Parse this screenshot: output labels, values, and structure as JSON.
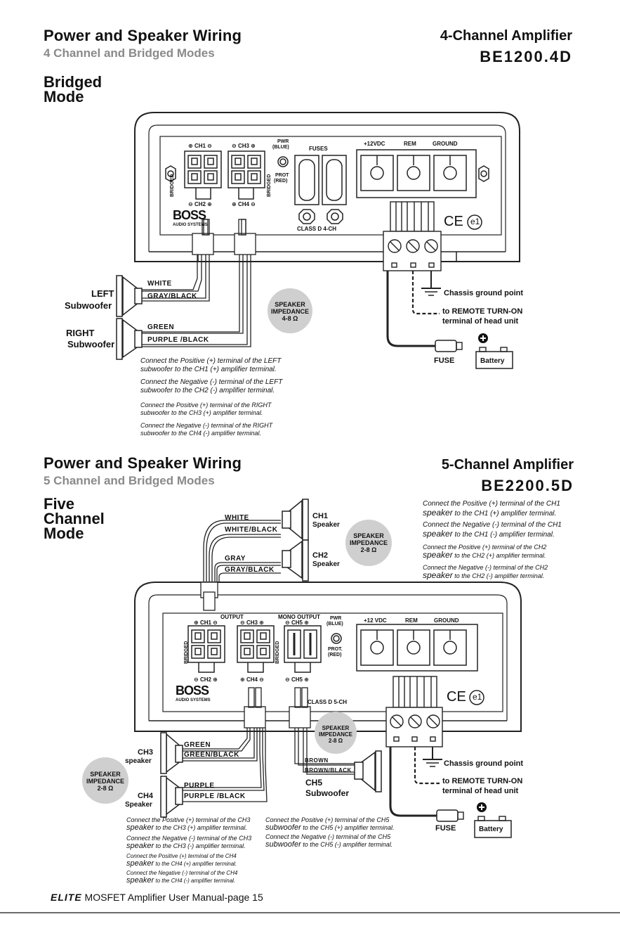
{
  "top": {
    "title": "Power and Speaker Wiring",
    "subtitle": "4 Channel and Bridged Modes",
    "right_title": "4-Channel Amplifier",
    "model": "BE1200.4D",
    "mode": "Bridged Mode"
  },
  "top_amp": {
    "ch1": "CH1",
    "ch2": "CH2",
    "ch3": "CH3",
    "ch4": "CH4",
    "bridged": "BRIDGED",
    "pwr": "PWR",
    "blue": "(BLUE)",
    "prot": "PROT",
    "red": "(RED)",
    "fuses": "FUSES",
    "v12": "+12VDC",
    "rem": "REM",
    "ground": "GROUND",
    "class_d": "CLASS D 4-CH",
    "brand": "BOSS",
    "brand_sub": "AUDIO SYSTEMS",
    "ce": "CE",
    "e1": "e1"
  },
  "top_wiring": {
    "left_sub": "LEFT",
    "left_sub2": "Subwoofer",
    "right_sub": "RIGHT",
    "right_sub2": "Subwoofer",
    "white": "WHITE",
    "gray_black": "GRAY/BLACK",
    "green": "GREEN",
    "purple_black": "PURPLE /BLACK",
    "imp1": "SPEAKER",
    "imp2": "IMPEDANCE",
    "imp3": "4-8 Ω",
    "chassis": "Chassis ground point",
    "remote1": "to REMOTE TURN-ON",
    "remote2": "terminal of head unit",
    "fuse": "FUSE",
    "battery": "Battery"
  },
  "top_notes": [
    {
      "l1": "Connect the Positive (+)  terminal of the LEFT",
      "l2": "subwoofer to the CH1 (+) amplifier terminal."
    },
    {
      "l1": "Connect the Negative (-) terminal of the LEFT",
      "l2": "subwoofer to the CH2 (-) amplifier terminal."
    },
    {
      "l1": "Connect the Positive (+)  terminal of the RIGHT",
      "l2": "subwoofer to the CH3 (+) amplifier terminal."
    },
    {
      "l1": "Connect the Negative (-) terminal of the RIGHT",
      "l2": "subwoofer to the CH4 (-) amplifier terminal."
    }
  ],
  "bottom": {
    "title": "Power and Speaker Wiring",
    "subtitle": "5 Channel and Bridged Modes",
    "right_title": "5-Channel Amplifier",
    "model": "BE2200.5D",
    "mode": "Five Channel Mode"
  },
  "bottom_amp": {
    "output": "OUTPUT",
    "mono_output": "MONO OUTPUT",
    "ch1": "CH1",
    "ch2": "CH2",
    "ch3": "CH3",
    "ch4": "CH4",
    "ch5": "CH5",
    "bridged": "BRIDGED",
    "pwr": "PWR",
    "blue": "(BLUE)",
    "prot": "PROT.",
    "red": "(RED)",
    "v12": "+12 VDC",
    "rem": "REM",
    "ground": "GROUND",
    "class_d": "CLASS D 5-CH",
    "brand": "BOSS",
    "brand_sub": "AUDIO SYSTEMS",
    "ce": "CE",
    "e1": "e1"
  },
  "bottom_wiring": {
    "white": "WHITE",
    "white_black": "WHITE/BLACK",
    "gray": "GRAY",
    "gray_black": "GRAY/BLACK",
    "ch1": "CH1",
    "ch1s": "Speaker",
    "ch2": "CH2",
    "ch2s": "Speaker",
    "imp_a1": "SPEAKER",
    "imp_a2": "IMPEDANCE",
    "imp_a3": "2-8 Ω",
    "ch3": "CH3",
    "ch3s": "speaker",
    "ch4": "CH4",
    "ch4s": "Speaker",
    "green": "GREEN",
    "green_black": "GREEN/BLACK",
    "purple": "PURPLE",
    "purple_black": "PURPLE /BLACK",
    "imp_b1": "SPEAKER",
    "imp_b2": "IMPEDANCE",
    "imp_b3": "2-8 Ω",
    "imp_c1": "SPEAKER",
    "imp_c2": "IMPEDANCE",
    "imp_c3": "2-8 Ω",
    "brown": "BROWN",
    "brown_black": "BROWN/BLACK",
    "ch5": "CH5",
    "ch5s": "Subwoofer",
    "chassis": "Chassis ground point",
    "remote1": "to REMOTE TURN-ON",
    "remote2": "terminal of head unit",
    "fuse": "FUSE",
    "battery": "Battery"
  },
  "bottom_notes_right": [
    {
      "l1": "Connect the Positive (+)  terminal of the CH1",
      "w": "speaker",
      "l2": " to the CH1 (+) amplifier terminal."
    },
    {
      "l1": "Connect the Negative (-) terminal of the CH1",
      "w": "speaker",
      "l2": " to the CH1 (-) amplifier terminal."
    },
    {
      "l1": "Connect the Positive (+)  terminal of the CH2",
      "w": "speaker",
      "l2": " to the CH2 (+) amplifier terminal."
    },
    {
      "l1": "Connect the Negative (-) terminal of the CH2",
      "w": "speaker",
      "l2": " to the CH2 (-) amplifier terminal."
    }
  ],
  "bottom_notes_left": [
    {
      "l1": "Connect the Positive (+)  terminal of the CH3",
      "w": "speaker",
      "l2": " to the CH3 (+) amplifier terminal."
    },
    {
      "l1": "Connect the Negative (-) terminal of the CH3",
      "w": "speaker",
      "l2": " to the CH3 (-) amplifier terminal."
    },
    {
      "l1": "Connect the Positive (+)  terminal of the CH4",
      "w": "speaker",
      "l2": " to the CH4 (+) amplifier terminal."
    },
    {
      "l1": "Connect the Negative (-) terminal of the CH4",
      "w": "speaker",
      "l2": " to the CH4 (-) amplifier terminal."
    }
  ],
  "bottom_notes_mid": [
    {
      "l1": "Connect the Positive (+)  terminal of the CH5",
      "w": "subwoofer",
      "l2": " to the CH5 (+) amplifier terminal."
    },
    {
      "l1": "Connect the Negative (-) terminal of the CH5",
      "w": "subwoofer",
      "l2": " to the CH5 (-) amplifier terminal."
    }
  ],
  "footer": {
    "brand": "ELITE",
    "text": " MOSFET Amplifier User Manual-page 15"
  }
}
